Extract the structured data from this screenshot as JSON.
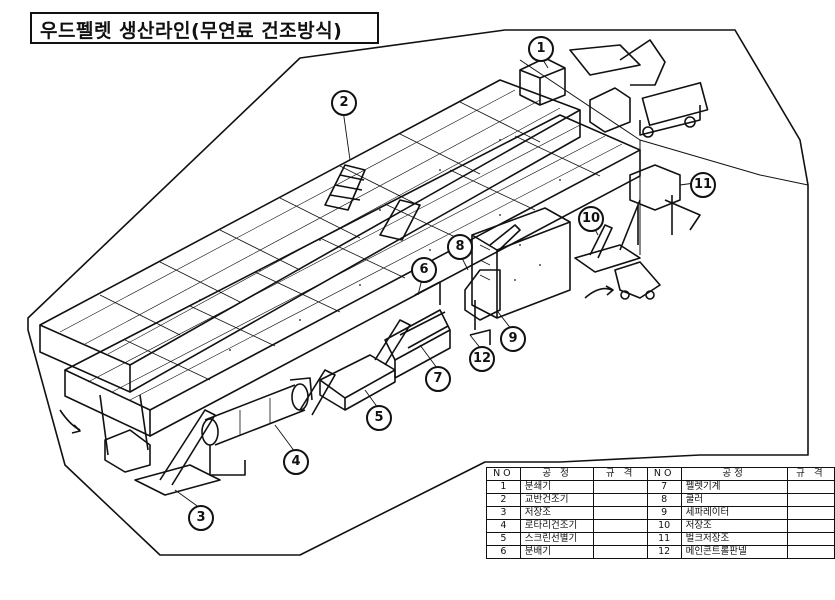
{
  "title": "우드펠렛 생산라인(무연료 건조방식)",
  "callouts": [
    "1",
    "2",
    "3",
    "4",
    "5",
    "6",
    "7",
    "8",
    "9",
    "10",
    "11",
    "12"
  ],
  "legend": {
    "headers": {
      "no": "NO",
      "process": "공 정",
      "spec": "규 격",
      "no2": "NO",
      "process2": "공정",
      "spec2": "규 격"
    },
    "rows": [
      {
        "no": "1",
        "name": "분쇄기",
        "no2": "7",
        "name2": "펠렛기계"
      },
      {
        "no": "2",
        "name": "교반건조기",
        "no2": "8",
        "name2": "쿨러"
      },
      {
        "no": "3",
        "name": "저장조",
        "no2": "9",
        "name2": "세파레이터"
      },
      {
        "no": "4",
        "name": "로타리건조기",
        "no2": "10",
        "name2": "저장조"
      },
      {
        "no": "5",
        "name": "스크린선별기",
        "no2": "11",
        "name2": "벌크저장조"
      },
      {
        "no": "6",
        "name": "분배기",
        "no2": "12",
        "name2": "메인콘트롤판넬"
      }
    ]
  },
  "colors": {
    "ink": "#111111",
    "paper": "#ffffff"
  }
}
